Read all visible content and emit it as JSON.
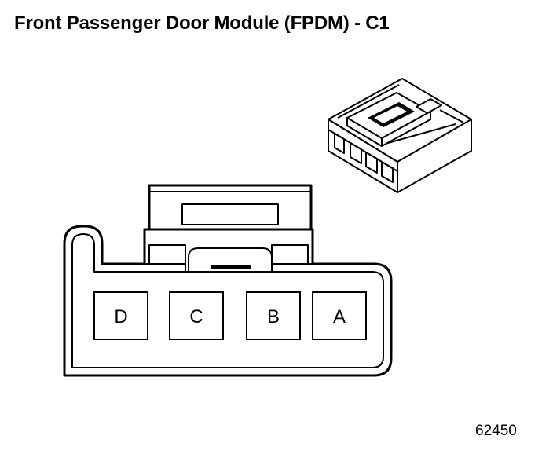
{
  "title": "Front Passenger Door Module (FPDM) - C1",
  "figure_id": "62450",
  "pins": [
    {
      "label": "D"
    },
    {
      "label": "C"
    },
    {
      "label": "B"
    },
    {
      "label": "A"
    }
  ],
  "colors": {
    "line": "#000000",
    "background": "#ffffff"
  }
}
